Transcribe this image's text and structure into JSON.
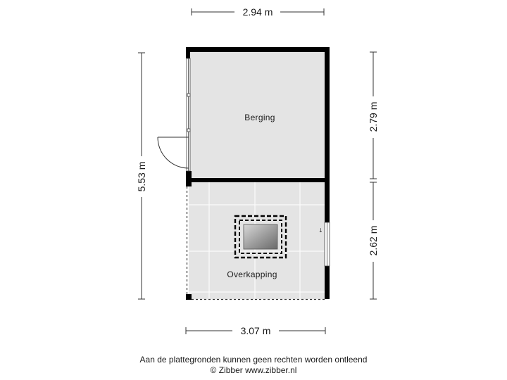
{
  "dimensions": {
    "top_width": "2.94 m",
    "bottom_width": "3.07 m",
    "left_total": "5.53 m",
    "right_upper": "2.79 m",
    "right_lower": "2.62 m"
  },
  "rooms": {
    "berging": "Berging",
    "overkapping": "Overkapping"
  },
  "footer": {
    "disclaimer": "Aan de plattegronden kunnen geen rechten worden ontleend",
    "copyright": "© Zibber www.zibber.nl"
  },
  "colors": {
    "wall": "#000000",
    "room_fill": "#e4e4e4",
    "grid_line": "#ffffff",
    "dimension_line": "#333333"
  }
}
